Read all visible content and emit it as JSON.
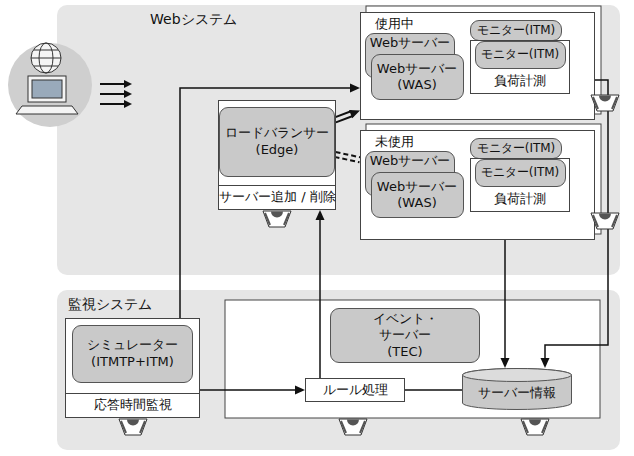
{
  "diagram": {
    "nodes": [
      {
        "text": [
          "Webシステム"
        ]
      },
      {
        "text": [
          "サーバー追加 / 削除"
        ],
        "in": 0
      },
      {
        "text": [
          "ロードバランサー (Edge)"
        ],
        "in": 1
      },
      {
        "text": [
          "使用中"
        ],
        "in": 0
      },
      {
        "text": [
          "Webサーバー"
        ],
        "in": 3
      },
      {
        "text": [
          "Webサーバー (WAS)"
        ],
        "in": 3
      },
      {
        "text": [
          "モニター(ITM)"
        ],
        "in": 3
      },
      {
        "text": [
          "負荷計測"
        ],
        "in": 3
      },
      {
        "text": [
          "モニター(ITM)"
        ],
        "in": 7
      },
      {
        "text": [
          "未使用"
        ],
        "in": 0
      },
      {
        "text": [
          "Webサーバー"
        ],
        "in": 9
      },
      {
        "text": [
          "Webサーバー (WAS)"
        ],
        "in": 9
      },
      {
        "text": [
          "モニター(ITM)"
        ],
        "in": 9
      },
      {
        "text": [
          "負荷計測"
        ],
        "in": 9
      },
      {
        "text": [
          "モニター(ITM)"
        ],
        "in": 13
      },
      {
        "text": [
          "監視システム"
        ]
      },
      {
        "text": [
          "応答時間監視"
        ],
        "in": 15
      },
      {
        "text": [
          "シミュレーター (ITMTP+ITM)"
        ],
        "in": 16
      },
      {
        "text": [
          "イベント・サーバー (TEC)"
        ],
        "in": 15
      },
      {
        "text": [
          "ルール処理"
        ],
        "in": 15
      },
      {
        "text": [
          "サーバー情報"
        ],
        "in": 15
      }
    ],
    "edges": [
      {
        "from": 2,
        "to": 3,
        "arrow": "to"
      },
      {
        "from": 2,
        "to": 9,
        "arrow": "none"
      },
      {
        "from": 17,
        "to": 3,
        "arrow": "to"
      },
      {
        "from": 16,
        "to": 19,
        "arrow": "to"
      },
      {
        "from": 19,
        "to": 1,
        "arrow": "to"
      },
      {
        "from": 19,
        "to": 20,
        "arrow": "none"
      },
      {
        "from": 7,
        "to": 20,
        "arrow": "to"
      },
      {
        "from": 13,
        "to": 20,
        "arrow": "to"
      }
    ]
  }
}
